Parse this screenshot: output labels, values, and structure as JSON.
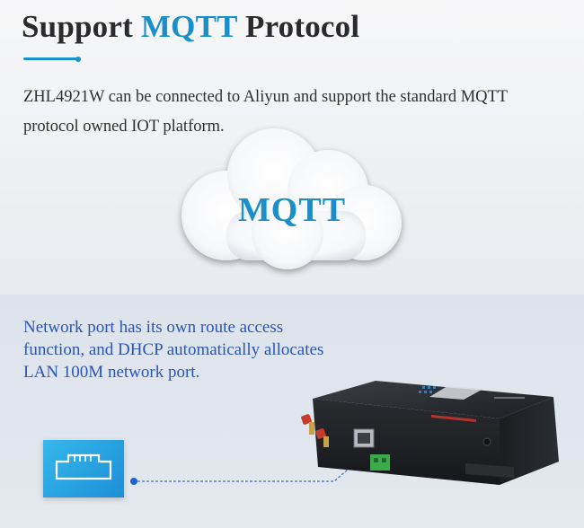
{
  "header": {
    "title_part1": "Support",
    "title_accent": "MQTT",
    "title_part2": "Protocol"
  },
  "intro": {
    "description": "ZHL4921W can be connected to Aliyun and support the standard MQTT protocol owned IOT platform."
  },
  "cloud": {
    "label": "MQTT"
  },
  "network_feature": {
    "line1": "Network port has its own route access",
    "line2": "function, and DHCP automatically allocates",
    "line3": "LAN 100M network port."
  },
  "colors": {
    "accent": "#1b8fc9",
    "feature_text": "#2a56b3",
    "title_text": "#2b2b2b",
    "port_tile": "#2aa4e4"
  },
  "icons": {
    "port_icon": "ethernet-port-icon",
    "cloud_icon": "cloud-icon",
    "device_image": "router-device"
  }
}
